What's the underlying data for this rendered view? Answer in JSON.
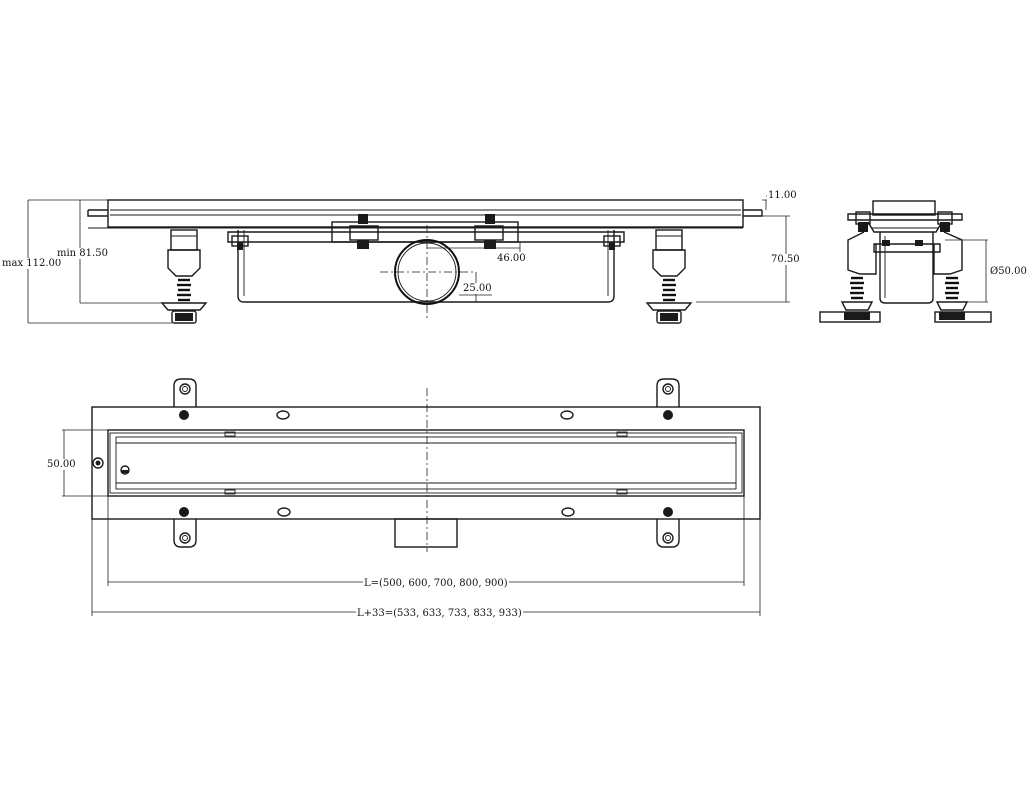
{
  "dimensions": {
    "grate_thickness": "11.00",
    "min_height": "min 81.50",
    "max_height": "max 112.00",
    "outlet_offset_h": "46.00",
    "outlet_offset_v": "25.00",
    "body_height": "70.50",
    "outlet_diameter": "Ø50.00",
    "channel_width": "50.00",
    "length_L": "L=(500, 600, 700, 800, 900)",
    "length_L33": "L+33=(533, 633, 733, 833, 933)"
  }
}
